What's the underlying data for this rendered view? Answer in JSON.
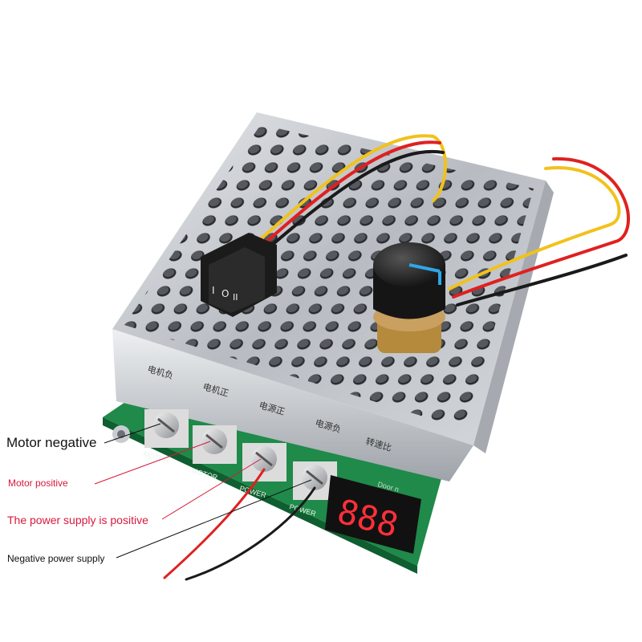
{
  "board": {
    "silk_labels": [
      "电机负",
      "电机正",
      "电源正",
      "电源负",
      "转速比"
    ],
    "terminal_labels": [
      "MOTOR",
      "MOTOR",
      "POWER",
      "POWER"
    ],
    "display": {
      "value": "888",
      "color": "#ff2f3a",
      "caption": "Door n"
    },
    "switch_marks": [
      "I",
      "O",
      "II"
    ]
  },
  "callouts": {
    "motor_negative": "Motor negative",
    "motor_positive": "Motor positive",
    "power_positive": "The power supply is positive",
    "power_negative": "Negative power supply"
  },
  "colors": {
    "accent_red": "#d8193c",
    "text_dark": "#111111",
    "pcb_green": "#1f8a4a",
    "metal": "#c9ccd1",
    "wire_red": "#e02020",
    "wire_yellow": "#f2c21b",
    "wire_black": "#1a1a1a"
  },
  "icons": [
    "toggle-switch-icon",
    "potentiometer-knob-icon",
    "screw-terminal-icon",
    "led-display-icon"
  ]
}
